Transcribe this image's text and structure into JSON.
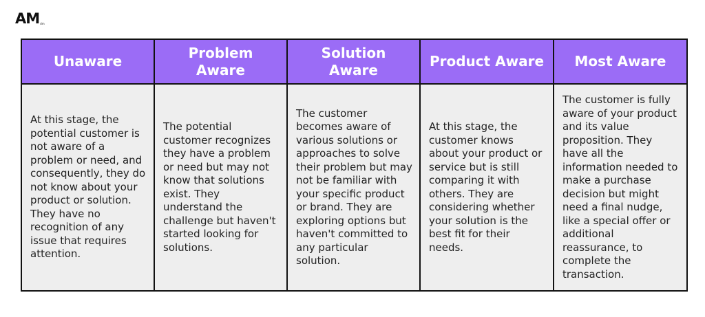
{
  "logo": {
    "mark": "AM",
    "sub": "dm"
  },
  "table": {
    "headers": [
      "Unaware",
      "Problem Aware",
      "Solution Aware",
      "Product Aware",
      "Most Aware"
    ],
    "cells": [
      "At this stage, the potential customer is not aware of a problem or need, and consequently, they do not know about your product or solution. They have no recognition of any issue that requires attention.",
      "The potential customer recognizes they have a problem or need but may not know that solutions exist. They understand the challenge but haven't started looking for solutions.",
      "The customer becomes aware of various solutions or approaches to solve their problem but may not be familiar with your specific product or brand. They are exploring options but haven't committed to any particular solution.",
      "At this stage, the customer knows about your product or service but is still comparing it with others. They are considering whether your solution is the best fit for their needs.",
      "The customer is fully aware of your product and its value proposition. They have all the information needed to make a purchase decision but might need a final nudge, like a special offer or additional reassurance, to complete the transaction."
    ]
  },
  "colors": {
    "header_bg": "#9b6cf6",
    "cell_bg": "#eeeeee",
    "border": "#111111"
  }
}
